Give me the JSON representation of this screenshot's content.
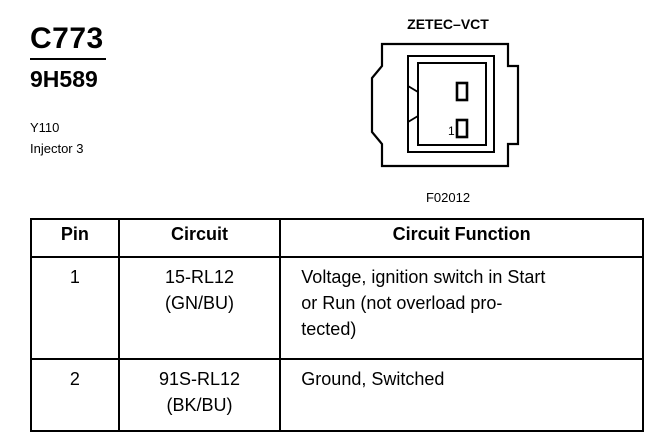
{
  "header": {
    "connector_id": "C773",
    "part_number": "9H589",
    "ref_code": "Y110",
    "component": "Injector 3"
  },
  "diagram": {
    "title": "ZETEC–VCT",
    "code": "F02012",
    "pin_label_1": "1"
  },
  "table": {
    "headers": [
      "Pin",
      "Circuit",
      "Circuit Function"
    ],
    "rows": [
      {
        "pin": "1",
        "circuit_lines": [
          "15-RL12",
          "(GN/BU)"
        ],
        "function_lines": [
          "Voltage, ignition switch in Start",
          "or Run (not overload pro-",
          "tected)"
        ]
      },
      {
        "pin": "2",
        "circuit_lines": [
          "91S-RL12",
          "(BK/BU)"
        ],
        "function_lines": [
          "Ground, Switched"
        ]
      }
    ]
  }
}
